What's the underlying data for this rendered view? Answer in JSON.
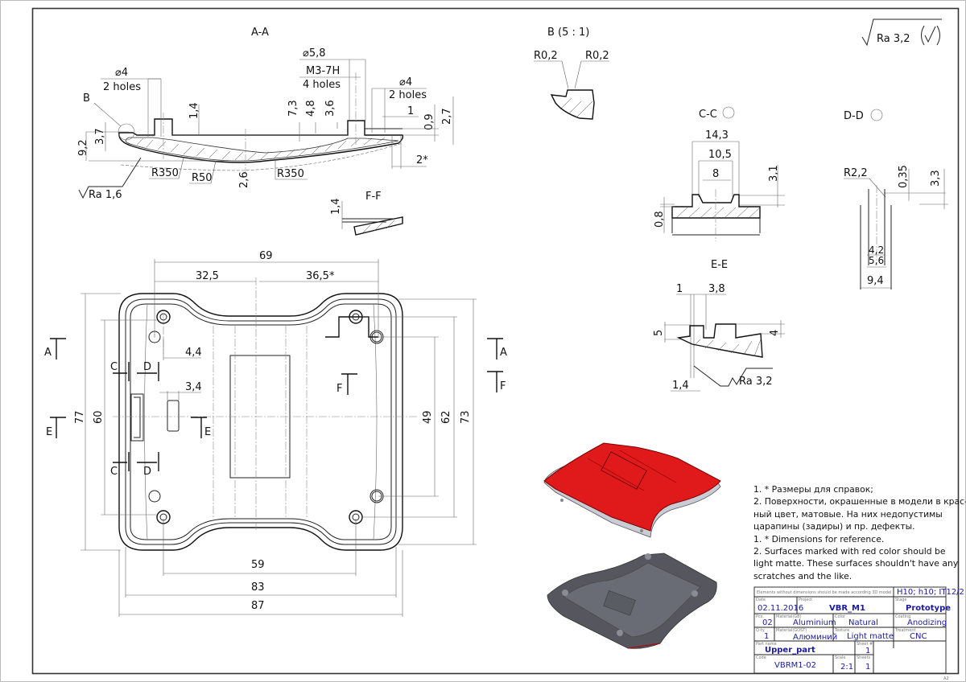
{
  "surface_symbol": {
    "text": "Ra 3,2"
  },
  "views": {
    "aa": {
      "title": "A-A",
      "detail_ref": "B",
      "dims": [
        "⌀4",
        "2 holes",
        "⌀5,8",
        "M3-7H",
        "4 holes",
        "⌀4",
        "2 holes",
        "7,3",
        "4,8",
        "3,6",
        "1,4",
        "1",
        "0,9",
        "2,7",
        "9,2",
        "3,7",
        "2*",
        "R350",
        "R50",
        "2,6",
        "R350"
      ],
      "roughness": "Ra 1,6"
    },
    "b": {
      "title": "B (5 : 1)",
      "dims": [
        "R0,2",
        "R0,2"
      ]
    },
    "ff": {
      "title": "F-F",
      "dims": [
        "1,4"
      ]
    },
    "cc": {
      "title": "C-C",
      "dims": [
        "14,3",
        "10,5",
        "8",
        "3,1",
        "0,8"
      ]
    },
    "dd": {
      "title": "D-D",
      "dims": [
        "R2,2",
        "0,35",
        "3,3",
        "4,2",
        "5,6",
        "9,4"
      ]
    },
    "ee": {
      "title": "E-E",
      "dims": [
        "1",
        "3,8",
        "5",
        "4",
        "1,4"
      ],
      "roughness": "Ra 3,2"
    },
    "plan": {
      "dims": [
        "69",
        "32,5",
        "36,5*",
        "4,4",
        "3,4",
        "77",
        "60",
        "49",
        "62",
        "73",
        "59",
        "83",
        "87"
      ],
      "section_marks": [
        "A",
        "A",
        "E",
        "E",
        "C",
        "C",
        "D",
        "D",
        "F",
        "F"
      ]
    }
  },
  "notes": [
    "1.  * Размеры для справок;",
    "2. Поверхности, окрашенные в модели в крас-",
    "ный цвет, матовые. На них недопустимы",
    "царапины (задиры) и пр. дефекты.",
    "1.  * Dimensions for reference.",
    "2. Surfaces marked with red color should be",
    "light matte. These surfaces shouldn't have any",
    "scratches and the like."
  ],
  "title_block": {
    "general_note": "Elements without dimensions should be made according 3D model",
    "tolerance": "H10; h10; IT12/2",
    "labels": {
      "date": "Date",
      "project": "Project",
      "stage": "Stage",
      "pcs": "Pcs.",
      "material_gb": "Material(GB)",
      "color": "Color",
      "coating": "Coating",
      "qty": "Q-ty",
      "material_gost": "Material(GOST)",
      "texture": "Texture",
      "treatment": "Treatment",
      "part_name": "Part name",
      "sheet": "Sheet #",
      "code": "Code",
      "scale": "Scale",
      "sheets": "Sheets"
    },
    "date": "02.11.2016",
    "project": "VBR_M1",
    "stage": "Prototype",
    "pcs": "02",
    "material_gb": "Aluminium",
    "color": "Natural",
    "coating": "Anodizing",
    "qty": "1",
    "material_gost": "Алюминий",
    "texture": "Light matte",
    "treatment": "CNC",
    "part_name": "Upper_part",
    "sheet": "1",
    "code": "VBRM1-02",
    "scale": "2:1",
    "sheets": "1",
    "format": "A2"
  },
  "colors": {
    "accent_red": "#e01a1a",
    "title_block_text": "#1a1aa0",
    "model_dark": "#55565e"
  }
}
